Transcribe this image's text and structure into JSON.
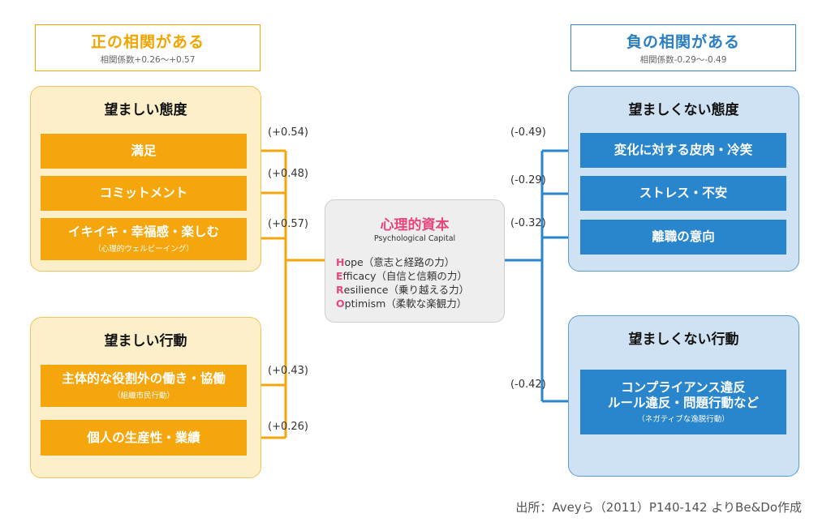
{
  "positive": {
    "header_title": "正の相関がある",
    "header_sub": "相関係数+0.26〜+0.57",
    "attitude": {
      "title": "望ましい態度",
      "items": [
        {
          "label": "満足",
          "sub": ""
        },
        {
          "label": "コミットメント",
          "sub": ""
        },
        {
          "label": "イキイキ・幸福感・楽しむ",
          "sub": "（心理的ウェルビーイング）"
        }
      ]
    },
    "behavior": {
      "title": "望ましい行動",
      "items": [
        {
          "label": "主体的な役割外の働き・協働",
          "sub": "（組織市民行動）"
        },
        {
          "label": "個人の生産性・業績",
          "sub": ""
        }
      ]
    },
    "coefficients": [
      "(+0.54)",
      "(+0.48)",
      "(+0.57)",
      "(+0.43)",
      "(+0.26)"
    ],
    "color": "#f4a60c"
  },
  "negative": {
    "header_title": "負の相関がある",
    "header_sub": "相関係数-0.29〜-0.49",
    "attitude": {
      "title": "望ましくない態度",
      "items": [
        {
          "label": "変化に対する皮肉・冷笑",
          "sub": ""
        },
        {
          "label": "ストレス・不安",
          "sub": ""
        },
        {
          "label": "離職の意向",
          "sub": ""
        }
      ]
    },
    "behavior": {
      "title": "望ましくない行動",
      "items": [
        {
          "label_line1": "コンプライアンス違反",
          "label_line2": "ルール違反・問題行動など",
          "sub": "（ネガティブな逸脱行動）"
        }
      ]
    },
    "coefficients": [
      "(-0.49)",
      "(-0.29)",
      "(-0.32)",
      "(-0.42)"
    ],
    "color": "#2a86cc"
  },
  "center": {
    "title": "心理的資本",
    "subtitle": "Psychological Capital",
    "lines": [
      {
        "initial": "H",
        "rest": "ope（意志と経路の力）"
      },
      {
        "initial": "E",
        "rest": "fficacy（自信と信頼の力）"
      },
      {
        "initial": "R",
        "rest": "esilience（乗り越える力）"
      },
      {
        "initial": "O",
        "rest": "ptimism（柔軟な楽観力）"
      }
    ]
  },
  "source": "出所：Aveyら（2011）P140-142 よりBe&Do作成"
}
